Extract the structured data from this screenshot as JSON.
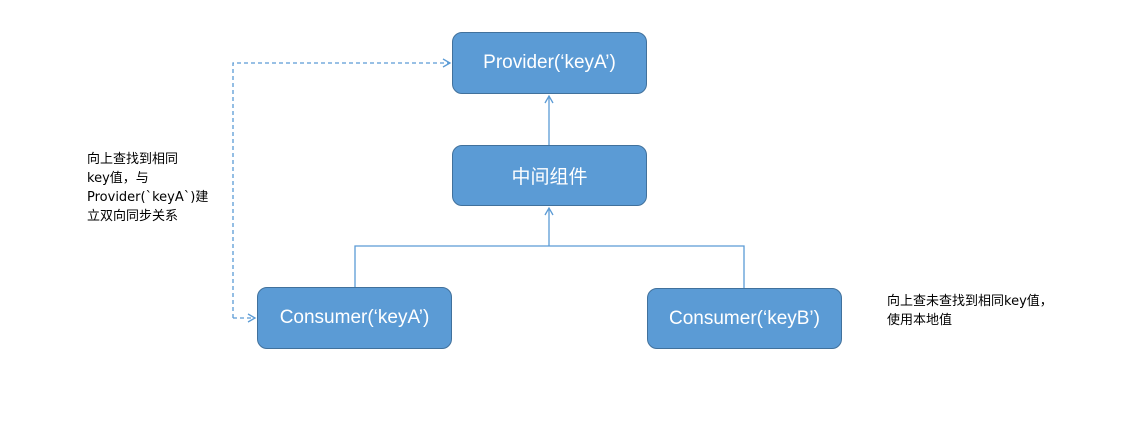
{
  "colors": {
    "node_fill": "#5b9bd5",
    "node_border": "#41719c",
    "connector": "#5b9bd5",
    "text": "#000000"
  },
  "nodes": {
    "provider": "Provider(‘keyA’)",
    "middle": "中间组件",
    "consumer_a": "Consumer(‘keyA’)",
    "consumer_b": "Consumer(‘keyB’)"
  },
  "notes": {
    "left": [
      "向上查找到相同",
      "key值，与",
      "Provider(`keyA`)建",
      "立双向同步关系"
    ],
    "right": [
      "向上查未查找到相同key值，",
      "使用本地值"
    ]
  }
}
